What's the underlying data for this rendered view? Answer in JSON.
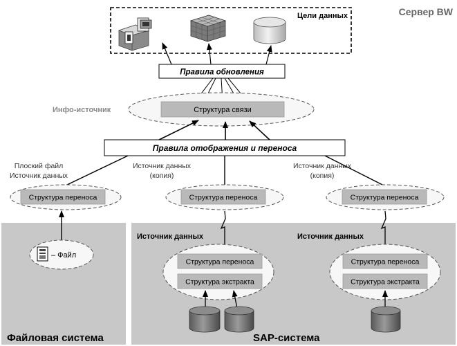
{
  "zones": {
    "server": "Сервер BW",
    "file_system": "Файловая система",
    "sap_system": "SAP-система"
  },
  "data_targets": {
    "label": "Цели данных",
    "icons": [
      "infocube-with-objects-icon",
      "infocube-icon",
      "ods-database-icon"
    ]
  },
  "update_rules": "Правила обновления",
  "info_source": {
    "label": "Инфо-источник",
    "structure": "Структура связи"
  },
  "transfer_rules": "Правила отображения и переноса",
  "bw_sources": [
    {
      "label_line1": "Плоский файл",
      "label_line2": "Источник данных",
      "structure": "Структура переноса"
    },
    {
      "label_line1": "Источник данных",
      "label_line2": "(копия)",
      "structure": "Структура переноса"
    },
    {
      "label_line1": "Источник данных",
      "label_line2": "(копия)",
      "structure": "Структура переноса"
    }
  ],
  "file": {
    "label": "– Файл",
    "icon": "file-document-icon"
  },
  "sap_sources": [
    {
      "label": "Источник данных",
      "transfer": "Структура переноса",
      "extract": "Структура экстракта",
      "databases": 2
    },
    {
      "label": "Источник данных",
      "transfer": "Структура переноса",
      "extract": "Структура экстракта",
      "databases": 1
    }
  ],
  "colors": {
    "zone_bg": "#c8c8c8",
    "box_fill": "#b9b9b9",
    "ellipse_fill": "#f7f7f7",
    "line": "#000000"
  }
}
